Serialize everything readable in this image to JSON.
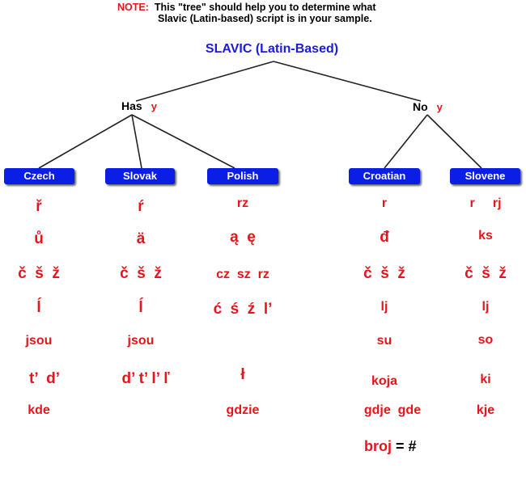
{
  "note": {
    "label": "NOTE:",
    "line1": "This \"tree\" should help you to determine what",
    "line2": "Slavic (Latin-based) script is in your sample."
  },
  "title": "SLAVIC (Latin-Based)",
  "nodes": {
    "has": {
      "label": "Has",
      "mark": "y"
    },
    "no": {
      "label": "No",
      "mark": "y"
    }
  },
  "languages": [
    "Czech",
    "Slovak",
    "Polish",
    "Croatian",
    "Slovene"
  ],
  "czech": [
    "ř",
    "ů",
    "č  š  ž",
    "ĺ",
    "jsou",
    "t’  d’",
    "kde"
  ],
  "slovak": [
    "ŕ",
    "ä",
    "č  š  ž",
    "ĺ",
    "jsou",
    "d’ t’ l’ ľ"
  ],
  "polish": [
    "rz",
    "ą  ę",
    "cz  sz  rz",
    "ć  ś  ź  l’",
    "ł",
    "gdzie"
  ],
  "croatian": [
    "r",
    "đ",
    "č  š  ž",
    "lj",
    "su",
    "koja",
    "gdje  gde"
  ],
  "slovene": [
    "r     rj",
    "ks",
    "č  š  ž",
    "lj",
    "so",
    "ki",
    "kje"
  ],
  "formula": {
    "word": "broj",
    "rest": " = #"
  },
  "colors": {
    "red": "#e8141c",
    "blue": "#0a1ee6",
    "title_blue": "#1a1ae0"
  }
}
